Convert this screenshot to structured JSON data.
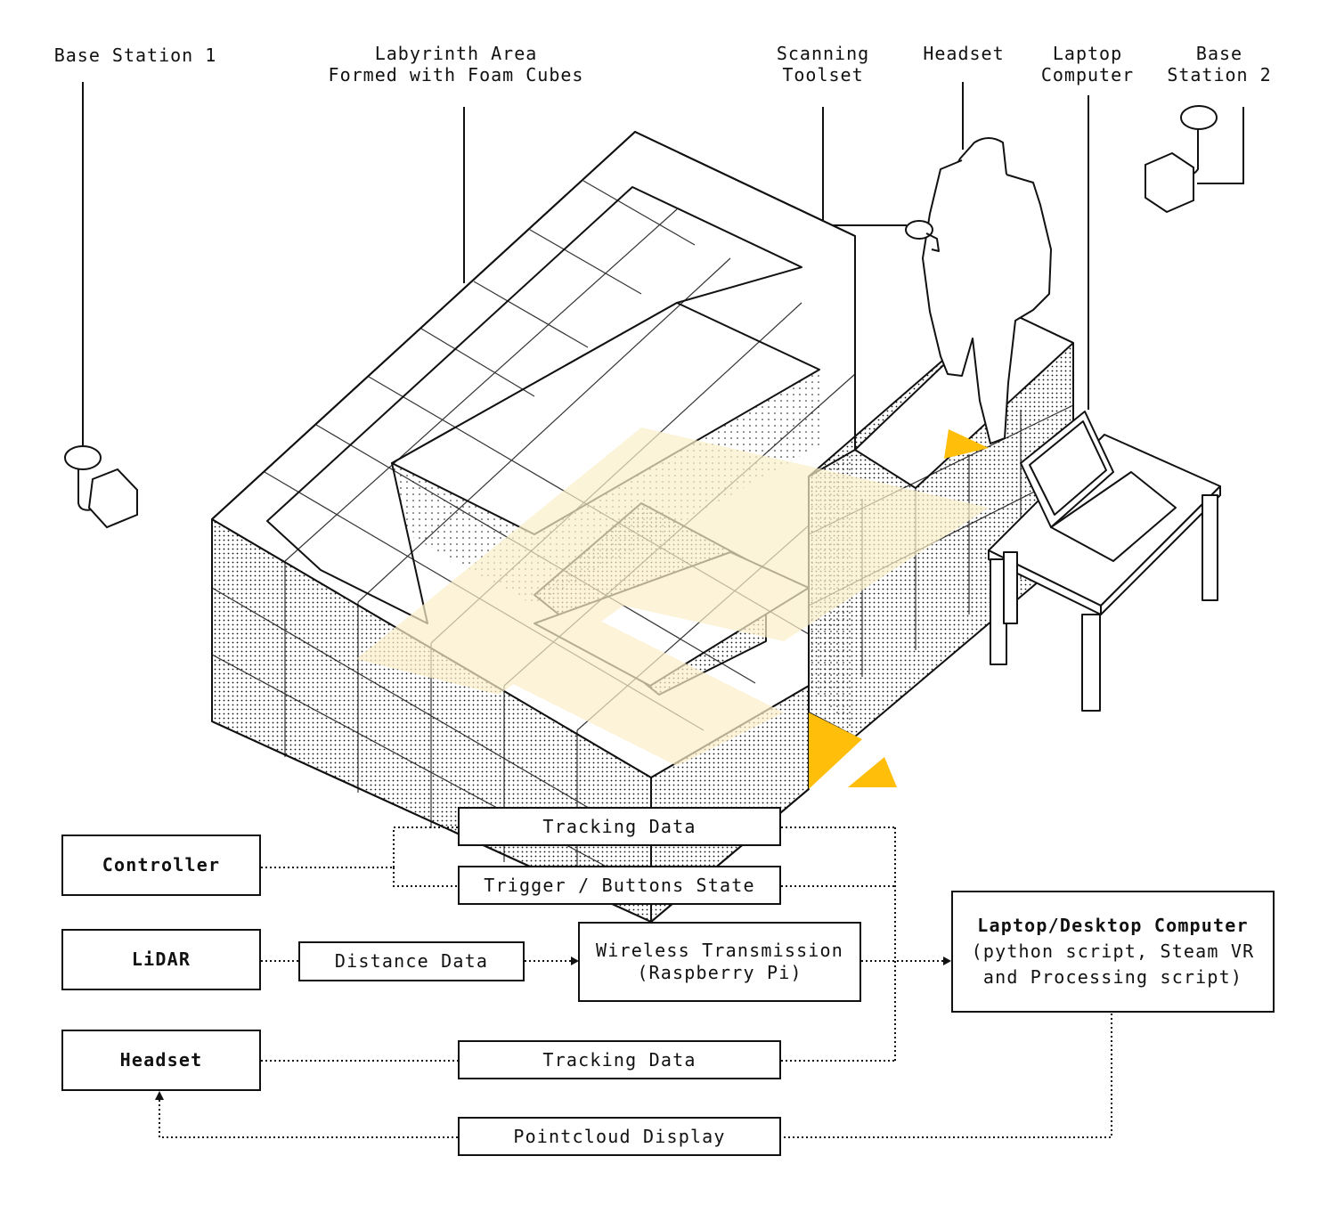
{
  "labels": {
    "base_station_1": "Base Station 1",
    "labyrinth_line1": "Labyrinth Area",
    "labyrinth_line2": "Formed with Foam Cubes",
    "scanning_line1": "Scanning",
    "scanning_line2": "Toolset",
    "headset": "Headset",
    "laptop_line1": "Laptop",
    "laptop_line2": "Computer",
    "base_station_2_line1": "Base",
    "base_station_2_line2": "Station 2"
  },
  "flow": {
    "controller": "Controller",
    "lidar": "LiDAR",
    "headset": "Headset",
    "tracking_data_1": "Tracking Data",
    "trigger_buttons": "Trigger / Buttons State",
    "distance_data": "Distance Data",
    "wireless_line1": "Wireless Transmission",
    "wireless_line2": "(Raspberry Pi)",
    "tracking_data_2": "Tracking Data",
    "pointcloud_display": "Pointcloud Display",
    "computer_title": "Laptop/Desktop Computer",
    "computer_line2": "(python script, Steam VR",
    "computer_line3": "and Processing script)"
  },
  "colors": {
    "accent_yellow": "#FFBE0A",
    "highlight_yellow": "#FBEFC8",
    "line": "#111111"
  }
}
